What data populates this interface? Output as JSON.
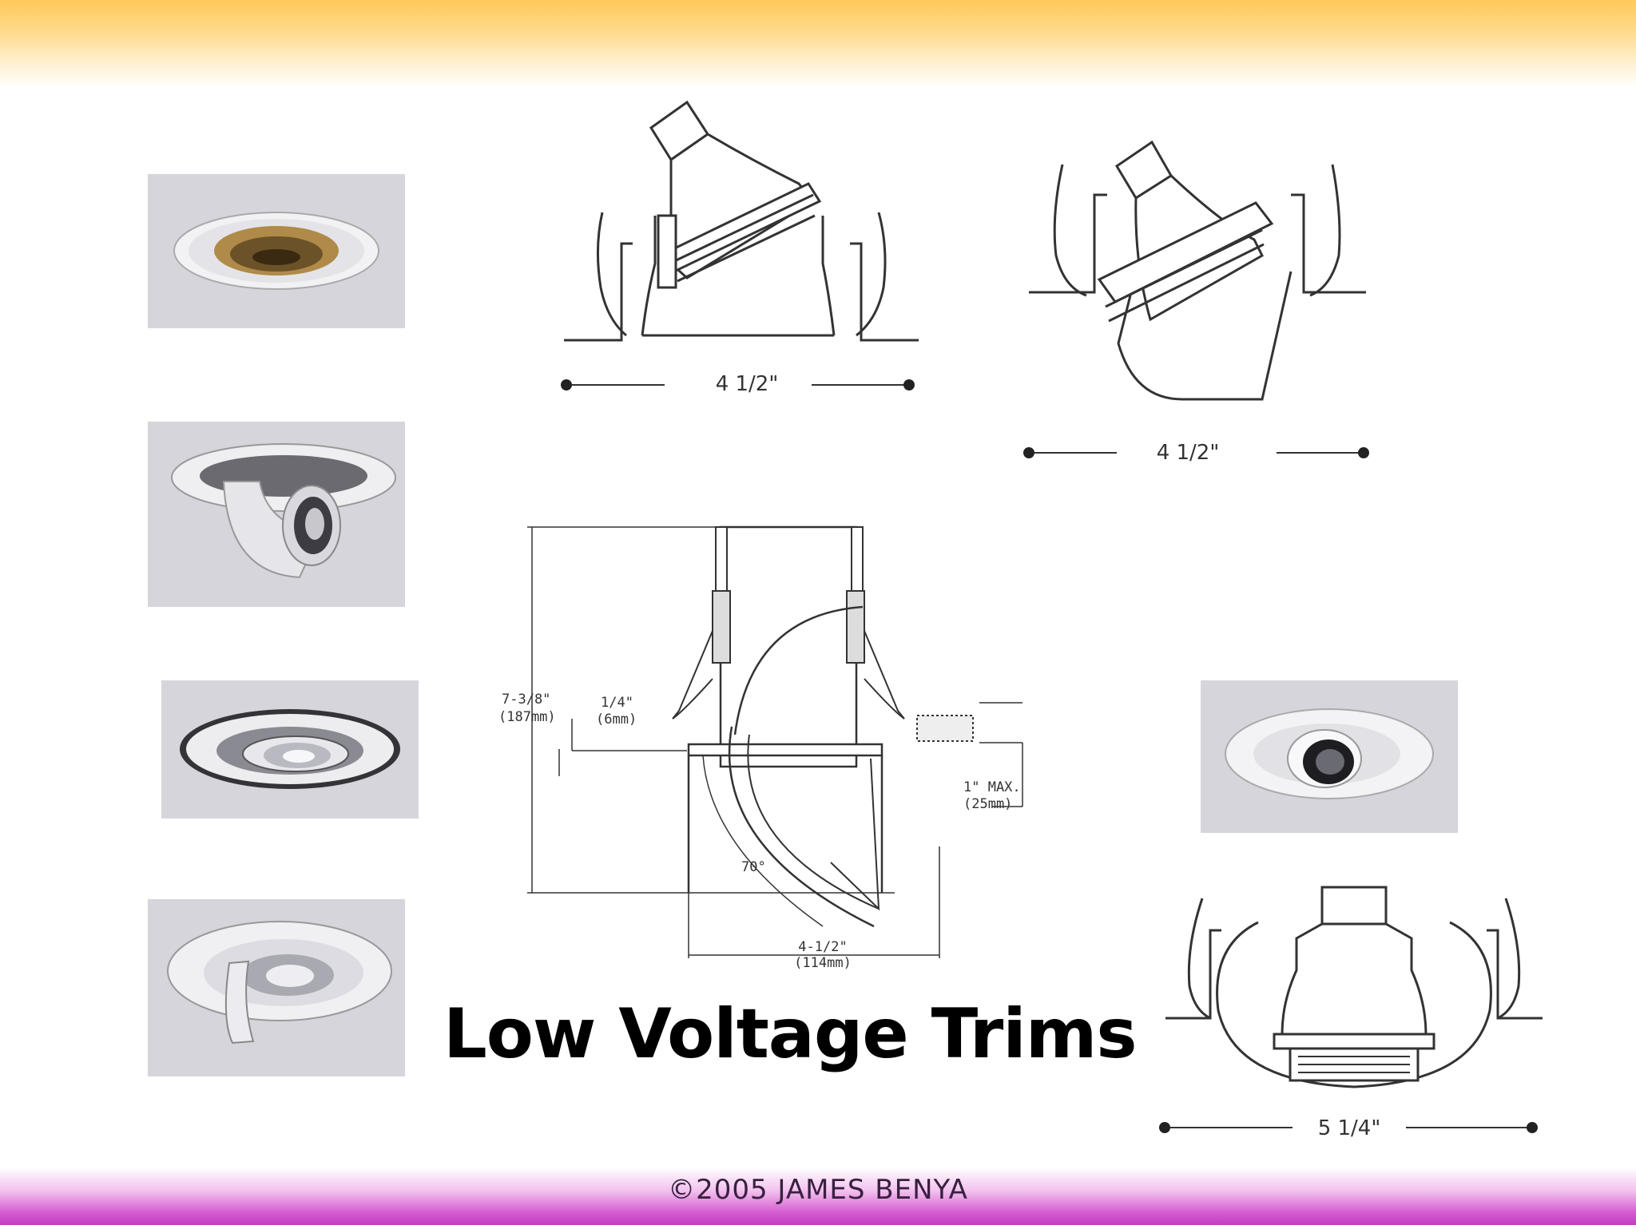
{
  "slide": {
    "title": "Low Voltage Trims",
    "footer": "©2005 JAMES BENYA"
  },
  "photos": [
    {
      "label": "cone-reflector-trim"
    },
    {
      "label": "eyeball-adjustable-trim"
    },
    {
      "label": "gimbal-ring-trim"
    },
    {
      "label": "wall-wash-trim"
    },
    {
      "label": "regressed-eyeball-trim"
    }
  ],
  "dimensions": {
    "top_left_width": "4 1/2\"",
    "top_right_width": "4 1/2\"",
    "bottom_right_width": "5 1/4\"",
    "center_height": "7-3/8\"",
    "center_height_mm": "(187mm)",
    "center_offset": "1/4\"",
    "center_offset_mm": "(6mm)",
    "center_ceiling": "1\" MAX.",
    "center_ceiling_mm": "(25mm)",
    "center_angle": "70°",
    "center_width": "4-1/2\"",
    "center_width_mm": "(114mm)"
  }
}
